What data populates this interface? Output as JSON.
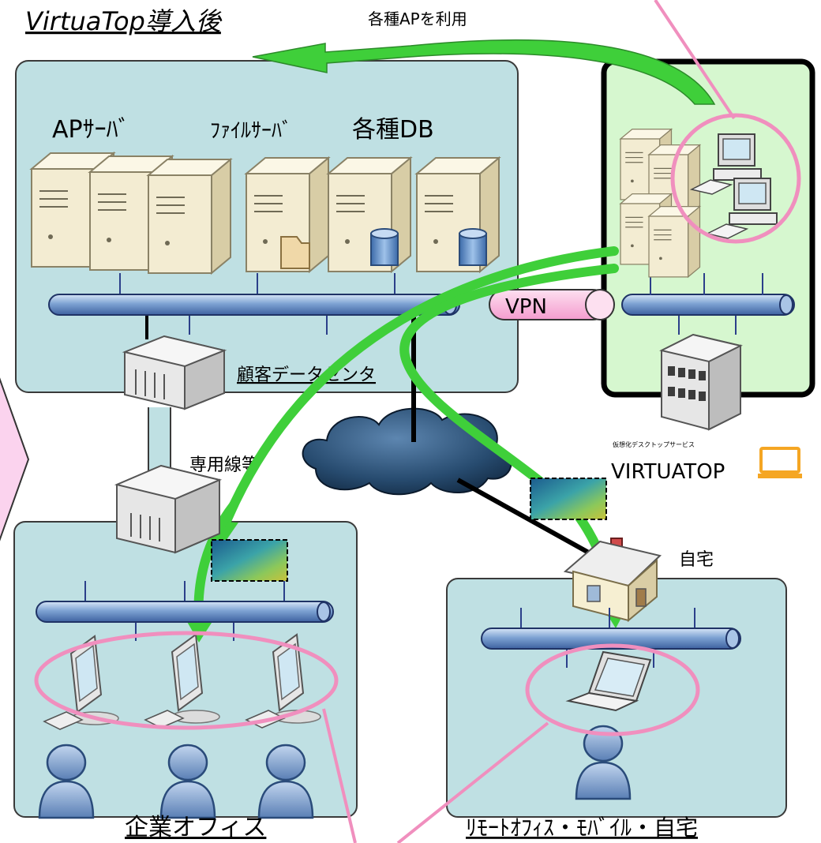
{
  "title": "VirtuaTop導入後",
  "top_arrow_label": "各種APを利用",
  "datacenter": {
    "group_labels": [
      "APｻｰﾊﾞ",
      "ﾌｧｲﾙｻｰﾊﾞ",
      "各種DB"
    ],
    "label": "顧客データセンタ"
  },
  "vpn_label": "VPN",
  "dedicated_line_label": "専用線等",
  "home_label": "自宅",
  "office_label": "企業オフィス",
  "remote_label": "ﾘﾓｰﾄｵﾌｨｽ・ﾓﾊﾞｲﾙ・自宅",
  "logo": {
    "tagline": "仮想化デスクトップサービス",
    "name": "VIRTUATOP"
  },
  "colors": {
    "zone_fill": "#bfe0e3",
    "virtuatop_fill": "#d6f7cf",
    "arrow_green": "#3fcf3a",
    "highlight_pink": "#f08fbe",
    "vpn_pink": "#f9b4dc",
    "bus_blue": "#6f93c6"
  }
}
